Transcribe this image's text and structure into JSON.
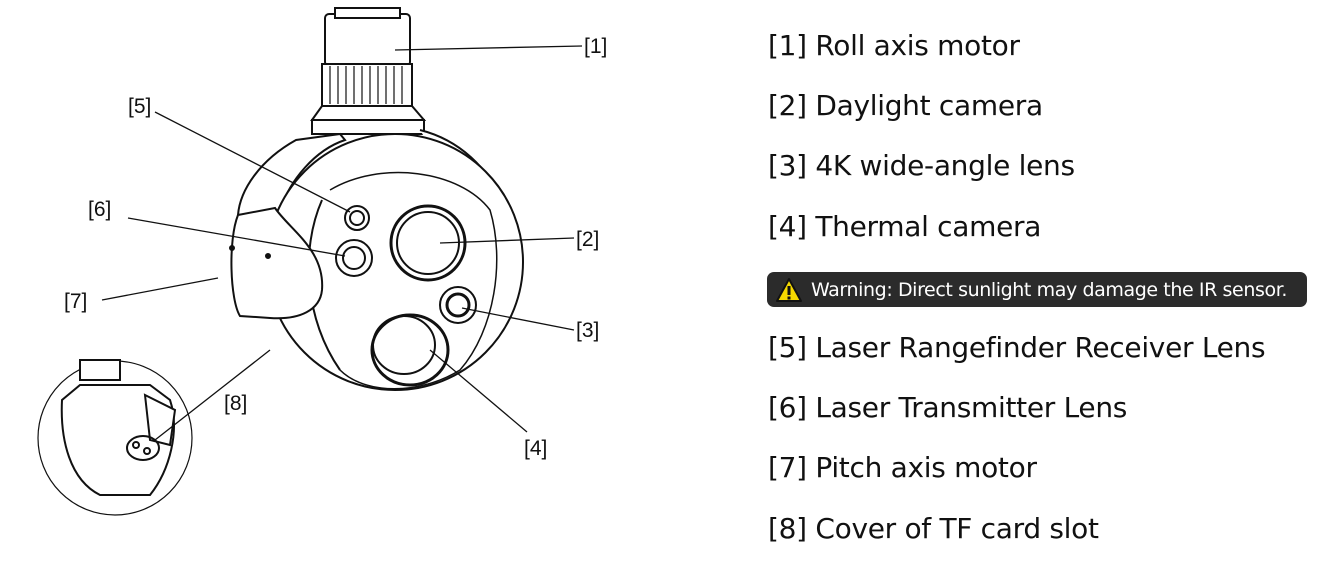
{
  "callouts": [
    "[1]",
    "[2]",
    "[3]",
    "[4]",
    "[5]",
    "[6]",
    "[7]",
    "[8]"
  ],
  "legend": [
    "[1] Roll axis motor",
    "[2] Daylight camera",
    "[3] 4K wide-angle lens",
    "[4] Thermal camera",
    "[5] Laser Rangefinder Receiver Lens",
    "[6] Laser Transmitter Lens",
    "[7] Pitch axis motor",
    "[8] Cover of TF card slot"
  ],
  "warning": {
    "icon": "warning-triangle-icon",
    "text": "Warning: Direct sunlight may damage the IR sensor.",
    "bg": "#2b2b2b",
    "icon_color": "#f5d800"
  }
}
